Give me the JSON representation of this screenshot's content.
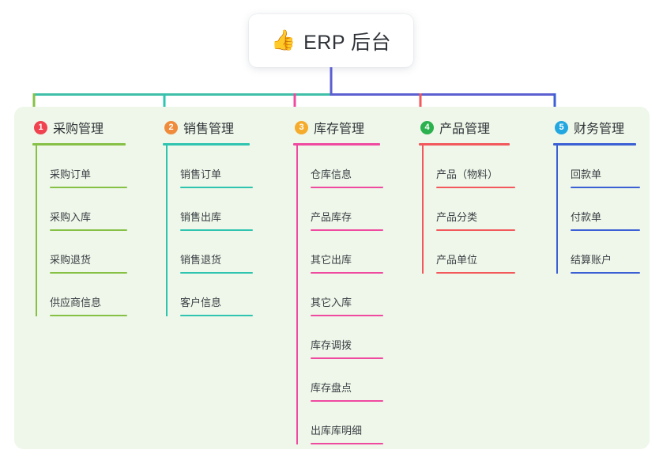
{
  "root": {
    "icon": "thumbs-up-icon",
    "icon_glyph": "👍",
    "label": "ERP 后台"
  },
  "panel": {
    "background": "#eef7e9"
  },
  "connector": {
    "trunk_color": "#5b5fd0",
    "bar_color_left": "#3fbfa8",
    "bar_color_right": "#5b5fd0"
  },
  "columns": [
    {
      "index": "1",
      "badge_color": "#f0434f",
      "line_color": "#86c146",
      "title": "采购管理",
      "items": [
        {
          "label": "采购订单"
        },
        {
          "label": "采购入库"
        },
        {
          "label": "采购退货"
        },
        {
          "label": "供应商信息"
        }
      ]
    },
    {
      "index": "2",
      "badge_color": "#f08b3c",
      "line_color": "#2ec4b0",
      "title": "销售管理",
      "items": [
        {
          "label": "销售订单"
        },
        {
          "label": "销售出库"
        },
        {
          "label": "销售退货"
        },
        {
          "label": "客户信息"
        }
      ]
    },
    {
      "index": "3",
      "badge_color": "#f5ab2c",
      "line_color": "#ef4aa0",
      "title": "库存管理",
      "items": [
        {
          "label": "仓库信息"
        },
        {
          "label": "产品库存"
        },
        {
          "label": "其它出库"
        },
        {
          "label": "其它入库"
        },
        {
          "label": "库存调拨"
        },
        {
          "label": "库存盘点"
        },
        {
          "label": "出库库明细"
        }
      ]
    },
    {
      "index": "4",
      "badge_color": "#2bb14e",
      "line_color": "#f2585c",
      "title": "产品管理",
      "items": [
        {
          "label": "产品（物料）"
        },
        {
          "label": "产品分类"
        },
        {
          "label": "产品单位"
        }
      ]
    },
    {
      "index": "5",
      "badge_color": "#22a7e0",
      "line_color": "#3b5fd4",
      "title": "财务管理",
      "items": [
        {
          "label": "回款单"
        },
        {
          "label": "付款单"
        },
        {
          "label": "结算账户"
        }
      ]
    }
  ]
}
